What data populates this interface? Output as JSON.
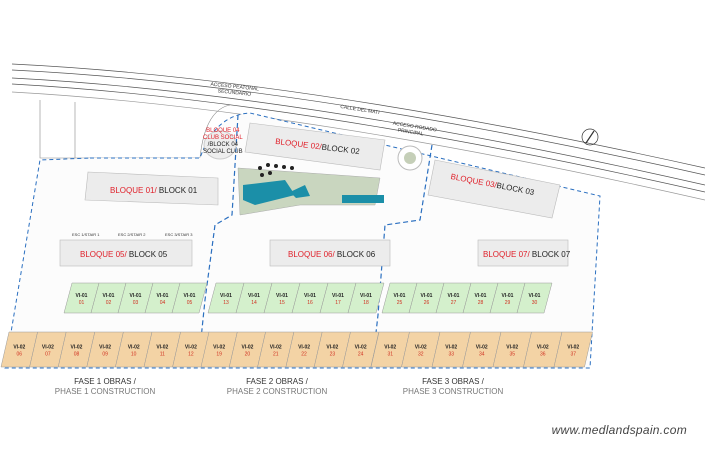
{
  "road": {
    "street_name": "CALLE DEL MATI",
    "pedestrian_access": [
      "ACCESO PEATONAL",
      "SECUNDARIO"
    ],
    "vehicle_access": [
      "ACCESO RODADO",
      "PRINCIPAL"
    ]
  },
  "blocks": {
    "b01": {
      "es": "BLOQUE 01/",
      "en": " BLOCK 01"
    },
    "b02": {
      "es": "BLOQUE 02/",
      "en": "BLOCK 02"
    },
    "b03": {
      "es": "BLOQUE 03/",
      "en": "BLOCK 03"
    },
    "b04": {
      "es1": "BLOQUE 04",
      "es2": "CLUB SOCIAL",
      "en1": "/BLOCK 04",
      "en2": "SOCIAL CLUB"
    },
    "b05": {
      "es": "BLOQUE 05/",
      "en": " BLOCK 05"
    },
    "b06": {
      "es": "BLOQUE 06/",
      "en": " BLOCK 06"
    },
    "b07": {
      "es": "BLOQUE 07/",
      "en": " BLOCK 07"
    }
  },
  "stairs": [
    "ESC 1/STAIR 1",
    "ESC 2/STAIR 2",
    "ESC 3/STAIR 3"
  ],
  "villas_type1": {
    "type": "VI-01",
    "units": [
      "01",
      "02",
      "03",
      "04",
      "05",
      "13",
      "14",
      "15",
      "16",
      "17",
      "18",
      "25",
      "26",
      "27",
      "28",
      "29",
      "30"
    ]
  },
  "villas_type2": {
    "type": "VI-02",
    "units": [
      "06",
      "07",
      "08",
      "09",
      "10",
      "11",
      "12",
      "19",
      "20",
      "21",
      "22",
      "23",
      "24",
      "31",
      "32",
      "33",
      "34",
      "35",
      "36",
      "37"
    ]
  },
  "phases": [
    {
      "title": "FASE 1 OBRAS /",
      "subtitle": "PHASE 1 CONSTRUCTION"
    },
    {
      "title": "FASE 2 OBRAS /",
      "subtitle": "PHASE 2 CONSTRUCTION"
    },
    {
      "title": "FASE 3 OBRAS /",
      "subtitle": "PHASE 3 CONSTRUCTION"
    }
  ],
  "watermark": "www.medlandspain.com",
  "colors": {
    "villa_type1": "#d4f0cc",
    "villa_type2": "#f3d3a5",
    "phase_boundary": "#2a6fc0",
    "pool": "#1b8fa8",
    "garden": "#c9d6bf",
    "block_label_es": "#e0202a"
  }
}
